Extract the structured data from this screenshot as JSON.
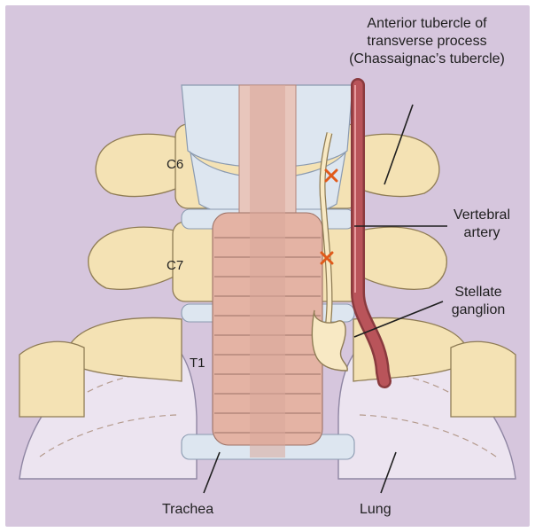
{
  "labels": {
    "tubercle_line1": "Anterior tubercle of",
    "tubercle_line2": "transverse process",
    "tubercle_line3": "(Chassaignac’s tubercle)",
    "vertebral_line1": "Vertebral",
    "vertebral_line2": "artery",
    "stellate_line1": "Stellate",
    "stellate_line2": "ganglion",
    "c6": "C6",
    "c7": "C7",
    "t1": "T1",
    "trachea": "Trachea",
    "lung": "Lung"
  },
  "colors": {
    "background": "#d6c6dd",
    "bone": "#f4e2b4",
    "bone_outline": "#8f7c55",
    "cartilage": "#dde6f0",
    "trachea_rings": "#d9a89b",
    "artery": "#b9545a",
    "ganglion": "#f8e9c4",
    "lung": "#ece4f0",
    "injection_mark": "#e05a1a"
  }
}
